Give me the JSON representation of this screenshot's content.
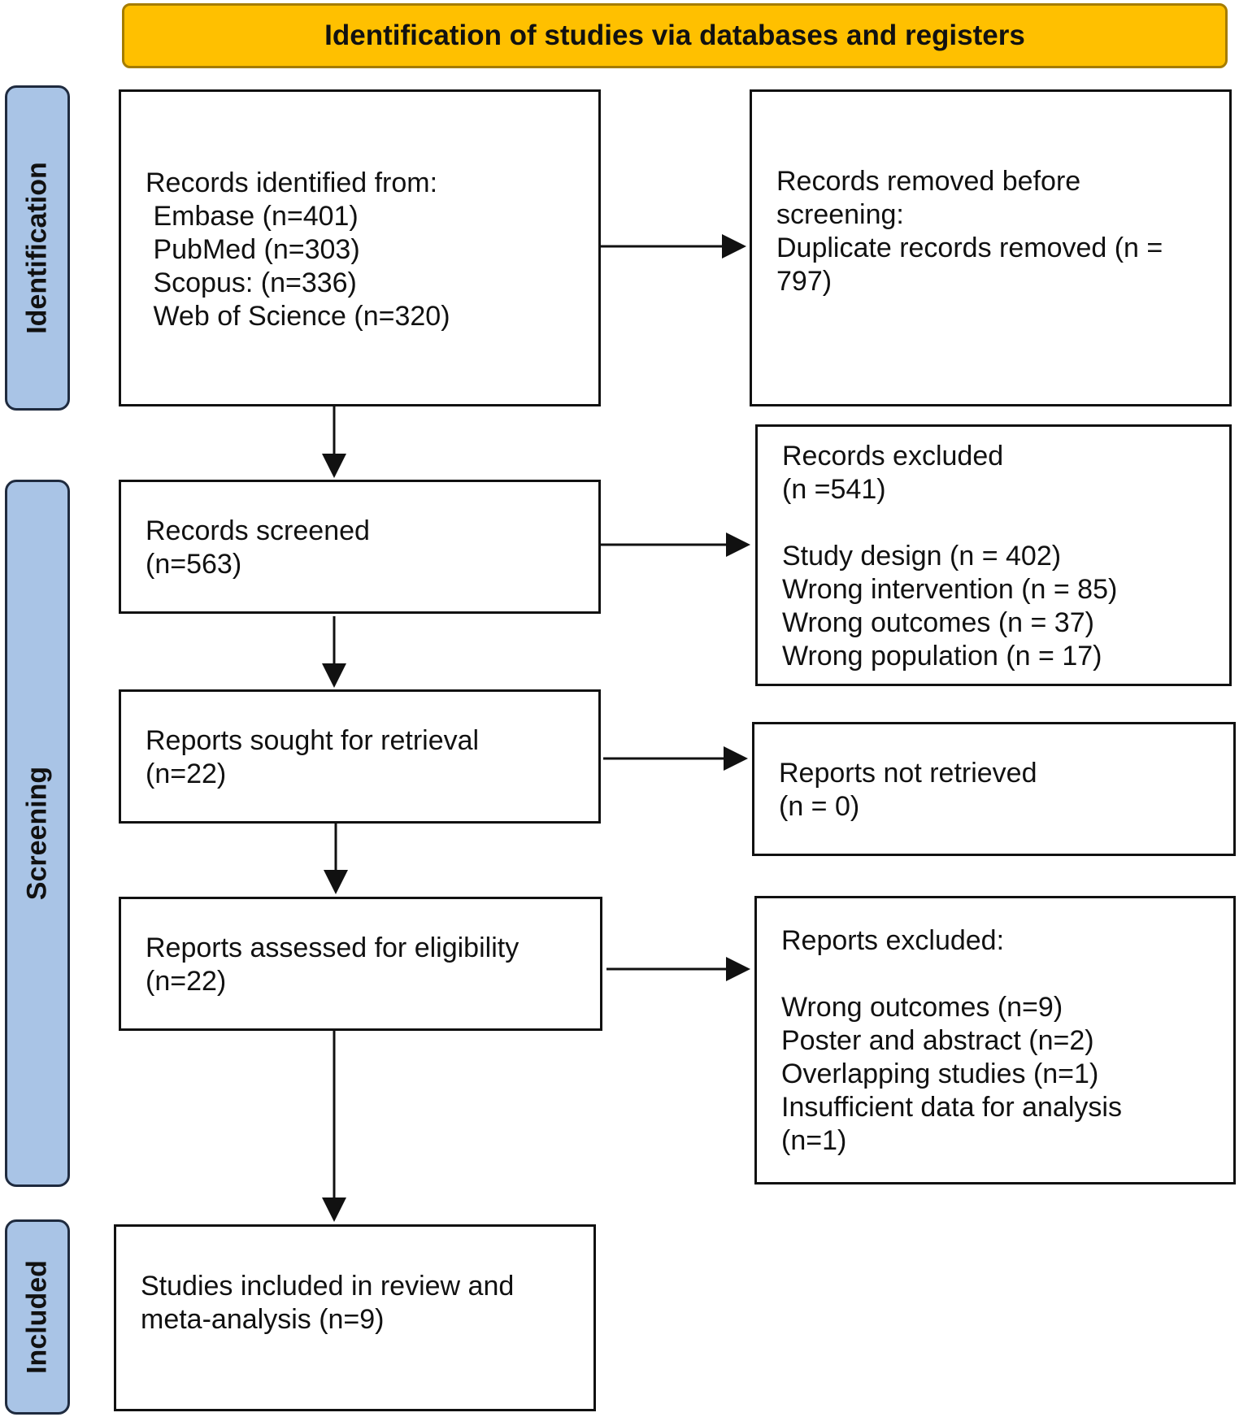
{
  "header": {
    "title": "Identification of studies via databases and registers"
  },
  "phases": {
    "identification": "Identification",
    "screening": "Screening",
    "included": "Included"
  },
  "boxes": {
    "records_identified": {
      "lines": [
        "Records identified from:",
        " Embase (n=401)",
        " PubMed (n=303)",
        " Scopus: (n=336)",
        " Web of Science (n=320)"
      ]
    },
    "records_removed": {
      "lines": [
        "Records removed before",
        "screening:",
        "Duplicate records removed (n =",
        "797)"
      ]
    },
    "records_screened": {
      "lines": [
        "Records screened",
        "(n=563)"
      ]
    },
    "records_excluded": {
      "lines": [
        "Records excluded",
        "(n =541)",
        "",
        "Study design (n = 402)",
        "Wrong intervention (n = 85)",
        "Wrong outcomes (n = 37)",
        "Wrong population (n = 17)"
      ]
    },
    "reports_sought": {
      "lines": [
        "Reports sought for retrieval",
        "(n=22)"
      ]
    },
    "reports_not_retrieved": {
      "lines": [
        "Reports not retrieved",
        "(n = 0)"
      ]
    },
    "reports_assessed": {
      "lines": [
        "Reports assessed for eligibility",
        "(n=22)"
      ]
    },
    "reports_excluded": {
      "lines": [
        "Reports excluded:",
        "",
        "Wrong outcomes (n=9)",
        "Poster and abstract (n=2)",
        "Overlapping studies (n=1)",
        "Insufficient data for analysis",
        "(n=1)"
      ]
    },
    "studies_included": {
      "lines": [
        "Studies included in review and",
        "meta-analysis (n=9)"
      ]
    }
  }
}
